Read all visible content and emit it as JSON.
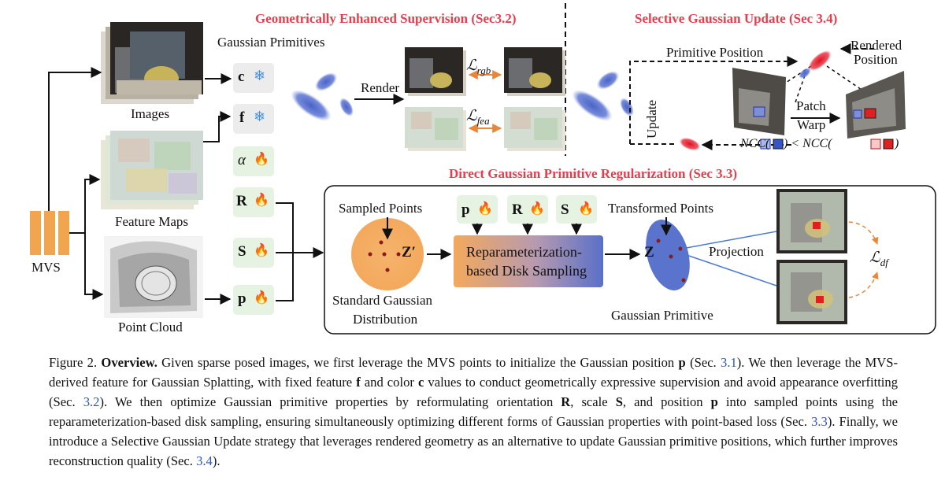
{
  "headings": {
    "geometric": "Geometrically Enhanced Supervision (Sec3.2)",
    "selective": "Selective Gaussian Update  (Sec 3.4)",
    "direct": "Direct Gaussian Primitive Regularization (Sec 3.3)"
  },
  "labels": {
    "gaussian_primitives": "Gaussian Primitives",
    "images": "Images",
    "feature_maps": "Feature Maps",
    "point_cloud": "Point Cloud",
    "mvs": "MVS",
    "render": "Render",
    "primitive_position": "Primitive Position",
    "rendered_position_1": "Rendered",
    "rendered_position_2": "Position",
    "update": "Update",
    "patch": "Patch",
    "warp": "Warp",
    "sampled_points": "Sampled Points",
    "standard_gaussian_1": "Standard Gaussian",
    "standard_gaussian_2": "Distribution",
    "reparam_1": "Reparameterization-",
    "reparam_2": "based Disk Sampling",
    "transformed_points": "Transformed Points",
    "projection": "Projection",
    "gaussian_primitive": "Gaussian Primitive"
  },
  "math": {
    "c": "c",
    "f": "f",
    "alpha": "α",
    "R": "R",
    "S": "S",
    "p": "p",
    "z_prime": "Z′",
    "z": "Z",
    "l_rgb": "ℒ",
    "l_rgb_sub": "rgb",
    "l_fea": "ℒ",
    "l_fea_sub": "fea",
    "l_df": "ℒ",
    "l_df_sub": "df",
    "ncc_left": "NCC(",
    "ncc_mid": ") < NCC(",
    "ncc_right": ")"
  },
  "icons": {
    "snowflake": "❄",
    "fire": "🔥"
  },
  "colors": {
    "section_red": "#e2404e",
    "gaussian_blue": "#4a63c8",
    "arrow_orange": "#e8873a",
    "primitive_box": "#e6f3e2",
    "frozen_box": "#ececec",
    "mvs_orange": "#f0a54e",
    "ref_blue": "#2c56b8"
  },
  "caption": {
    "fig": "Figure 2.",
    "title": "Overview.",
    "s1": " Given sparse posed images, we first leverage the MVS points to initialize the Gaussian position ",
    "s1_p": "p",
    "s1b": " (Sec. ",
    "r1": "3.1",
    "s2": "). We then leverage the MVS-derived feature for Gaussian Splatting, with fixed feature ",
    "s2_f": "f",
    "s2b": " and color ",
    "s2_c": "c",
    "s2c": " values to conduct geometrically expressive supervision and avoid appearance overfitting (Sec. ",
    "r2": "3.2",
    "s3": "). We then optimize Gaussian primitive properties by reformulating orientation ",
    "s3_R": "R",
    "s3b": ", scale ",
    "s3_S": "S",
    "s3c": ", and position ",
    "s3_p": "p",
    "s3d": " into sampled points using the reparameterization-based disk sampling, ensuring simultaneously optimizing different forms of Gaussian properties with point-based loss (Sec. ",
    "r3": "3.3",
    "s4": "). Finally, we introduce a Selective Gaussian Update strategy that leverages rendered geometry as an alternative to update Gaussian primitive positions, which further improves reconstruction quality (Sec. ",
    "r4": "3.4",
    "s5": ")."
  }
}
